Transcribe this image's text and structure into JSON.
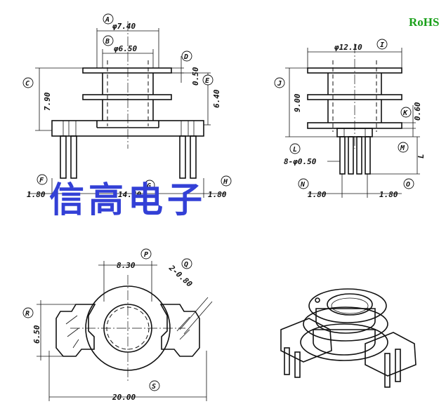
{
  "rohs": "RoHS",
  "watermark": "信高电子",
  "front_view": {
    "A": {
      "label": "A",
      "value": "φ7.40"
    },
    "B": {
      "label": "B",
      "value": "φ6.50"
    },
    "C": {
      "label": "C",
      "value": "7.90"
    },
    "D": {
      "label": "D",
      "value": "0.50"
    },
    "E": {
      "label": "E",
      "value": "6.40"
    },
    "F": {
      "label": "F",
      "value": "1.80"
    },
    "G": {
      "label": "G",
      "value": "14.40"
    },
    "H": {
      "label": "H",
      "value": "1.80"
    }
  },
  "side_view": {
    "I": {
      "label": "I",
      "value": "φ12.10"
    },
    "J": {
      "label": "J",
      "value": "9.00"
    },
    "K": {
      "label": "K",
      "value": "0.60"
    },
    "L": {
      "label": "L",
      "value": "8-φ0.50"
    },
    "M": {
      "label": "M",
      "value": "L"
    },
    "N": {
      "label": "N",
      "value": "1.80"
    },
    "O": {
      "label": "O",
      "value": "1.80"
    }
  },
  "top_view": {
    "P": {
      "label": "P",
      "value": "8.30"
    },
    "Q": {
      "label": "Q",
      "value": "2-0.80"
    },
    "R": {
      "label": "R",
      "value": "6.50"
    },
    "S": {
      "label": "S",
      "value": "20.00"
    }
  }
}
